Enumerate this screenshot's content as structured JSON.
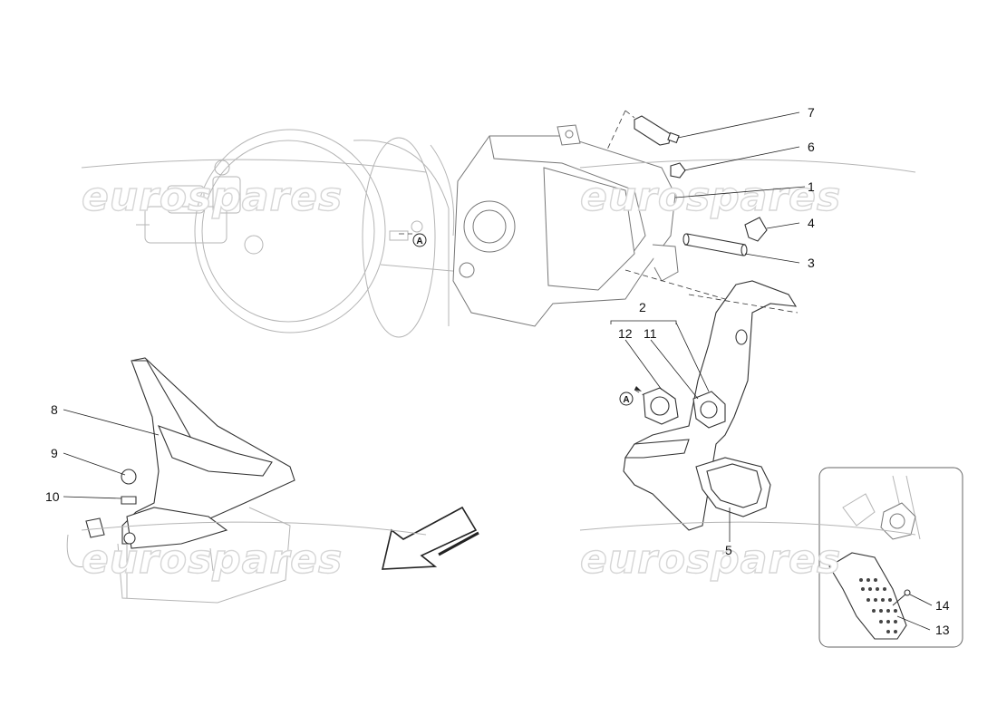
{
  "watermark": {
    "text": "eurospares"
  },
  "callouts": {
    "c1": "1",
    "c2": "2",
    "c3": "3",
    "c4": "4",
    "c5": "5",
    "c6": "6",
    "c7": "7",
    "c8": "8",
    "c9": "9",
    "c10": "10",
    "c11": "11",
    "c12": "12",
    "c13": "13",
    "c14": "14"
  },
  "markers": {
    "a_top": "A",
    "a_mid": "A"
  }
}
